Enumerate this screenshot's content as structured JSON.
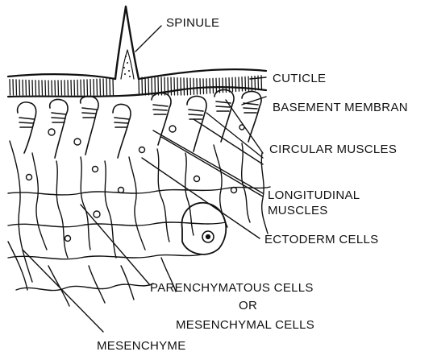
{
  "labels": {
    "spinule": "SPINULE",
    "cuticle": "CUTICLE",
    "basement_membrane": "BASEMENT MEMBRAN",
    "circular_muscles": "CIRCULAR MUSCLES",
    "longitudinal_muscles_line1": "LONGITUDINAL",
    "longitudinal_muscles_line2": "MUSCLES",
    "ectoderm_cells": "ECTODERM CELLS",
    "parenchymatous_line1": "PARENCHYMATOUS CELLS",
    "parenchymatous_line2": "OR",
    "parenchymatous_line3": "MESENCHYMAL CELLS",
    "mesenchyme": "MESENCHYME"
  },
  "colors": {
    "ink": "#111111",
    "paper": "#ffffff"
  }
}
